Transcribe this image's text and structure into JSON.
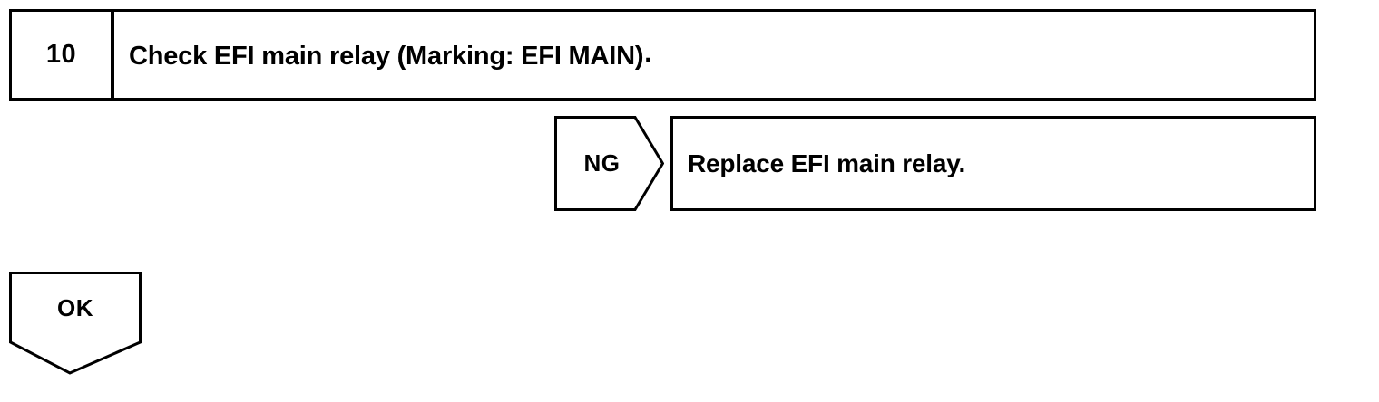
{
  "page": {
    "title": "EFI main relay diagnostic step",
    "background_color": "#ffffff",
    "line_color": "#000000"
  },
  "step": {
    "number": "10",
    "instruction": "Check EFI main relay (Marking: EFI MAIN)",
    "instruction_terminator": "."
  },
  "branches": [
    {
      "tag": "NG",
      "direction": "right",
      "result": "Replace EFI main relay."
    },
    {
      "tag": "OK",
      "direction": "down",
      "result": ""
    }
  ],
  "ng_branch": {
    "tag": "NG",
    "result": "Replace EFI main relay."
  },
  "ok_branch": {
    "tag": "OK"
  }
}
